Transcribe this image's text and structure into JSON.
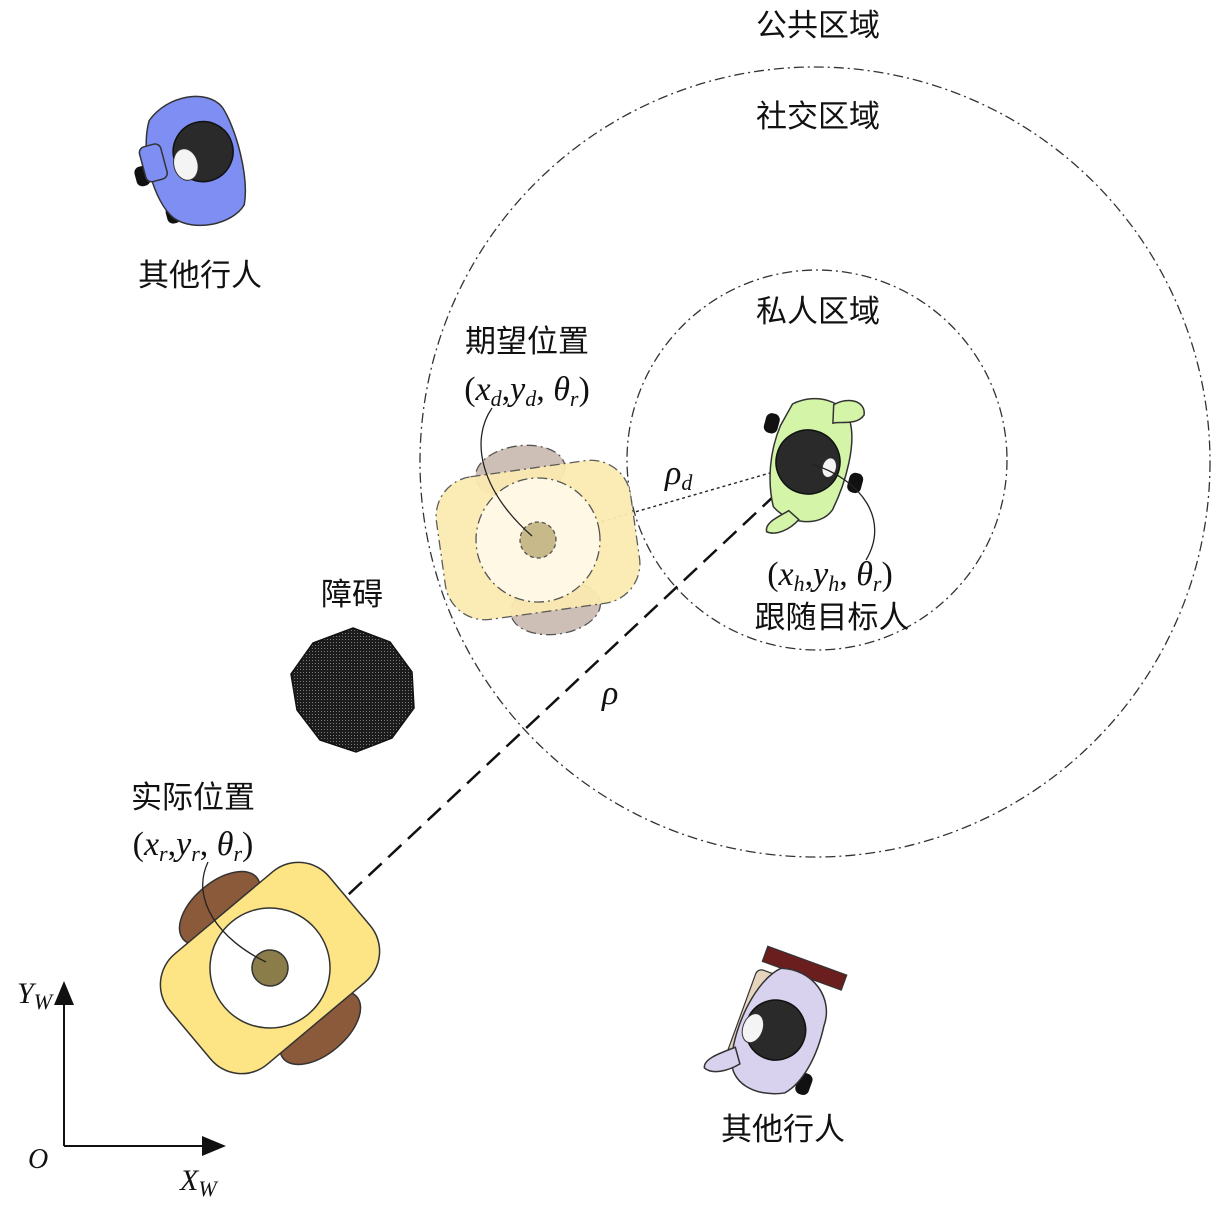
{
  "zones": {
    "public": "公共区域",
    "social": "社交区域",
    "private": "私人区域"
  },
  "labels": {
    "other_ped_top": "其他行人",
    "other_ped_bottom": "其他行人",
    "desired_position": "期望位置",
    "actual_position": "实际位置",
    "obstacle": "障碍",
    "target_person": "跟随目标人"
  },
  "math": {
    "desired_coords": {
      "x": "x",
      "x_sub": "d",
      "y": "y",
      "y_sub": "d",
      "theta": "θ",
      "theta_sub": "r"
    },
    "actual_coords": {
      "x": "x",
      "x_sub": "r",
      "y": "y",
      "y_sub": "r",
      "theta": "θ",
      "theta_sub": "r"
    },
    "human_coords": {
      "x": "x",
      "x_sub": "h",
      "y": "y",
      "y_sub": "h",
      "theta": "θ",
      "theta_sub": "r"
    },
    "rho_d": {
      "sym": "ρ",
      "sub": "d"
    },
    "rho": "ρ"
  },
  "axes": {
    "origin": "O",
    "x_axis": {
      "sym": "X",
      "sub": "W"
    },
    "y_axis": {
      "sym": "Y",
      "sub": "W"
    }
  },
  "colors": {
    "robot_body": "#fde485",
    "robot_wheel": "#8a5a3a",
    "robot_center": "#8b7d4a",
    "ghost_body": "#fbeab0",
    "ghost_wheel": "#cdbfb5",
    "obstacle": "#2b2b2b",
    "target_shirt": "#d4f5a8",
    "ped_top_shirt": "#7f8ef3",
    "ped_bottom_shirt": "#d8d2ee"
  }
}
